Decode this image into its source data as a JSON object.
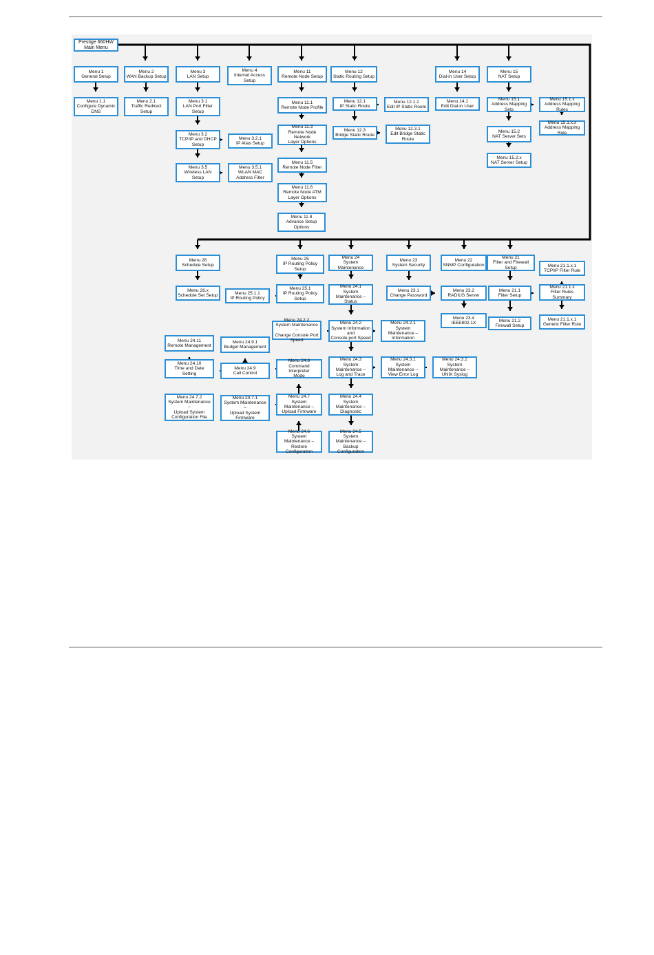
{
  "colors": {
    "box_border": "#2c8fd6",
    "line": "#000000",
    "canvas": "#f2f2f2"
  },
  "nodes": {
    "root": "Prestige 660HW\nMain Menu",
    "m1": "Menu 1\nGeneral Setup",
    "m2": "Menu 2\nWAN Backup Setup",
    "m3": "Menu 3\nLAN Setup",
    "m4": "Menu 4\nInternet Access\nSetup",
    "m11": "Menu 11\nRemote Node Setup",
    "m12": "Menu 12\nStatic Routing Setup",
    "m14": "Menu 14\nDial-in User Setup",
    "m15": "Menu 15\nNAT Setup",
    "m1_1": "Menu 1.1\nConfigure Dynamic\nDNS",
    "m2_1": "Menu 2.1\nTraffic Redirect\nSetup",
    "m3_1": "Menu 3.1\nLAN Port Filter\nSetup",
    "m3_2": "Menu 3.2\nTCP/IP and DHCP\nSetup",
    "m3_2_1": "Menu 3.2.1\nIP Alias Setup",
    "m3_5": "Menu 3.5\nWireless LAN\nSetup",
    "m3_5_1": "Menu 3.5.1\nWLAN MAC\nAddress Filter",
    "m11_1": "Menu 11.1\nRemote Node Profile",
    "m11_3": "Menu 11.3\nRemote Node Network\nLayer Options",
    "m11_5": "Menu 11.5\nRemote Node Filter",
    "m11_6": "Menu 11.6\nRemote Node ATM\nLayer Options",
    "m11_8": "Menu 11.8\nAdvance Setup\nOptions",
    "m12_1": "Menu 12.1\nIP Static Route",
    "m12_1_1": "Menu 12.1.1\nEdit IP Static Route",
    "m12_3": "Menu 12.3\nBridge Static Route",
    "m12_3_1": "Menu 12.3.1\nEdit Bridge Static\nRoute",
    "m14_1": "Menu 14.1\nEdit Dial-in User",
    "m15_1": "Menu 15.1\nAddress Mapping Sets",
    "m15_1_x": "Menu 15.1.x\nAddress Mapping Rules",
    "m15_1_x_x": "Menu 15.1.x.x\nAddress Mapping Rule",
    "m15_2": "Menu 15.2\nNAT Server Sets",
    "m15_2_x": "Menu 15.2.x\nNAT Server Setup",
    "m26": "Menu 26\nSchedule Setup",
    "m26_x": "Menu 26.x\nSchedule Set Setup",
    "m25": "Menu 25\nIP Routing Policy\nSetup",
    "m25_1": "Menu 25.1\nIP Routing Policy\nSetup",
    "m25_1_1": "Menu 25.1.1\nIP Routing Policy",
    "m24": "Menu 24\nSystem Maintenance",
    "m24_1": "Menu 24.1\nSystem Maintenance –\nStatus",
    "m24_2": "Menu 24.2\nSystem Information and\nConsole port Speed",
    "m24_2_1": "Menu 24.2.1\nSystem Maintenance –\nInformation",
    "m24_2_2": "Menu 24.2.2\nSystem Maintenance –\nChange Console Port Speed",
    "m24_3": "Menu 24.3\nSystem Maintenance –\nLog and Trace",
    "m24_3_1": "Menu 24.3.1\nSystem Maintenance –\nView Error Log",
    "m24_3_2": "Menu 24.3.2\nSystem Maintenance –\nUNIX Syslog",
    "m24_4": "Menu 24.4\nSystem Maintenance –\nDiagnostic",
    "m24_5": "Menu 24.5\nSystem Maintenance –\nBackup Configuration",
    "m24_6": "Menu 24.6\nSystem Maintenance –\nRestore Configuration",
    "m24_7": "Menu 24.7\nSystem Maintenance –\nUpload Firmware",
    "m24_7_1": "Menu 24.7.1\nSystem Maintenance –\nUpload System Firmware",
    "m24_7_2": "Menu 24.7.2\nSystem Maintenance –\nUpload System\nConfiguration File",
    "m24_8": "Menu 24.8\nCommand Interpreter\nMode",
    "m24_9": "Menu 24.9\nCall Control",
    "m24_9_1": "Menu 24.9.1\nBudget Management",
    "m24_10": "Menu 24.10\nTime and Date\nSetting",
    "m24_11": "Menu 24.11\nRemote Management",
    "m23": "Menu 23\nSystem Security",
    "m23_1": "Menu 23.1\nChange Password",
    "m23_2": "Menu 23.2\nRADIUS Server",
    "m23_4": "Menu 23.4\nIEEE802.1X",
    "m22": "Menu 22\nSNMP Configuration",
    "m21": "Menu 21\nFilter and Firewall Setup",
    "m21_1": "Menu 21.1\nFilter Setup",
    "m21_1_x": "Menu 21.1.x\nFilter Rules Summary",
    "m21_1_x_1": "Menu 21.1.x.1\nTCP/IP Filter Rule",
    "m21_1_x_1b": "Menu 21.1.x.1\nGeneric Filter Rule",
    "m21_2": "Menu 21.2\nFirewall Setup"
  }
}
